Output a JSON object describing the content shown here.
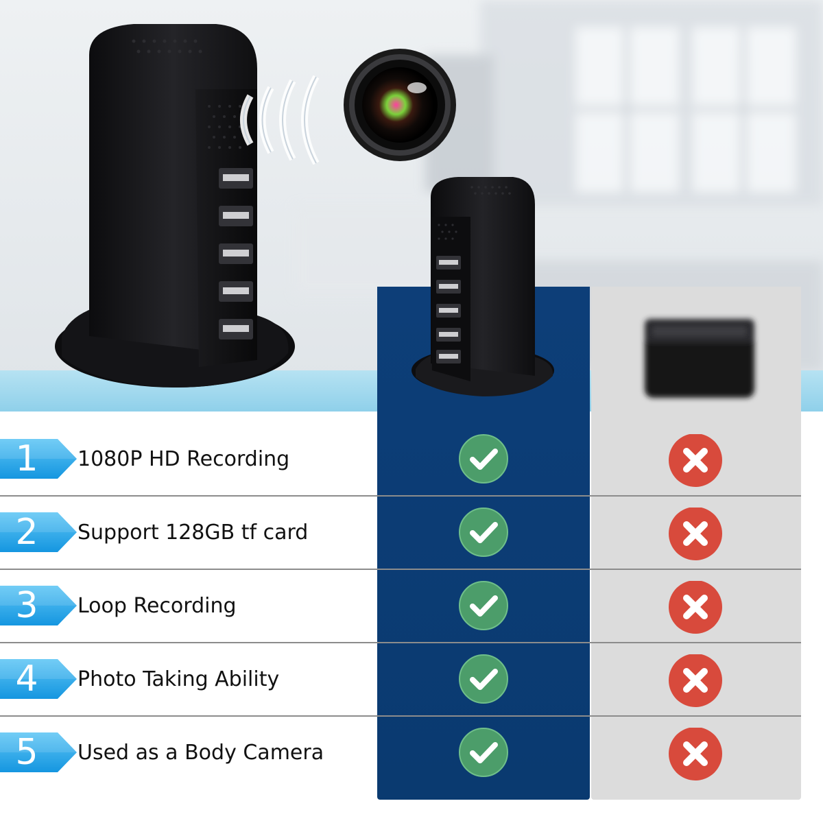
{
  "colors": {
    "ours_column": "#0c3c74",
    "other_column": "#dcdcdc",
    "check": "#4c9d6a",
    "cross": "#d84a3c",
    "arrow": "#22a3e6",
    "band": "#a3daef"
  },
  "images": {
    "hero_product": "usb-charger-camera",
    "lens": "camera-lens",
    "ours_product": "usb-charger-camera",
    "other_product": "generic-camera-blurred"
  },
  "features": [
    {
      "number": "1",
      "label": "1080P HD Recording",
      "ours": true,
      "other": false
    },
    {
      "number": "2",
      "label": "Support 128GB tf card",
      "ours": true,
      "other": false
    },
    {
      "number": "3",
      "label": "Loop Recording",
      "ours": true,
      "other": false
    },
    {
      "number": "4",
      "label": "Photo Taking Ability",
      "ours": true,
      "other": false
    },
    {
      "number": "5",
      "label": "Used as a Body Camera",
      "ours": true,
      "other": false
    }
  ]
}
